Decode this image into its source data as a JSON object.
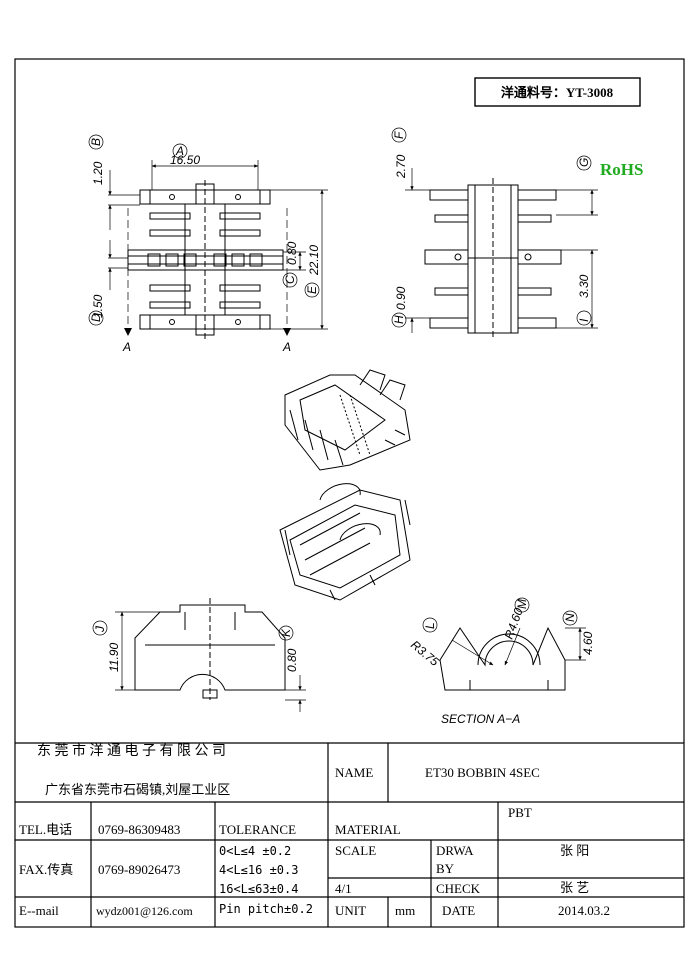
{
  "part_number_label": "洋通料号：YT-3008",
  "rohs": "RoHS",
  "rohs_color": "#1faa1f",
  "dims": {
    "A": "A",
    "B": "B",
    "C": "C",
    "D": "D",
    "E": "E",
    "F": "F",
    "G": "G",
    "H": "H",
    "I": "I",
    "J": "J",
    "K": "K",
    "L": "L",
    "M": "M",
    "N": "N",
    "d16_50": "16.50",
    "d1_20": "1.20",
    "d0_80": "0.80",
    "d22_10": "22.10",
    "d1_50": "1.50",
    "d2_70": "2.70",
    "d0_90": "0.90",
    "d3_30": "3.30",
    "d11_90": "11.90",
    "d0_80b": "0.80",
    "dR3_75": "R3.75",
    "dR4_60": "R4.60",
    "d4_60": "4.60",
    "arrowA": "A",
    "section": "SECTION A−A"
  },
  "title_block": {
    "company": "东 莞 市 洋 通 电 子 有 限 公 司",
    "address": "广东省东莞市石碣镇,刘屋工业区",
    "name_label": "NAME",
    "name_value": "ET30 BOBBIN 4SEC",
    "tel_label": "TEL.电话",
    "tel_value": "0769-86309483",
    "tolerance_label": "TOLERANCE",
    "material_label": "MATERIAL",
    "material_value": "PBT",
    "fax_label": "FAX.传真",
    "fax_value": "0769-89026473",
    "tol_1": "0<L≤4  ±0.2",
    "tol_2": "4<L≤16 ±0.3",
    "tol_3": "16<L≤63±0.4",
    "tol_4": "Pin pitch±0.2",
    "scale_label": "SCALE",
    "scale_value": "4/1",
    "drawn_label_1": "DRWA",
    "drawn_label_2": "BY",
    "drawn_value": "张 阳",
    "check_label": "CHECK",
    "check_value": "张 艺",
    "email_label": "E--mail",
    "email_value": "wydz001@126.com",
    "unit_label": "UNIT",
    "unit_value": "mm",
    "date_label": "DATE",
    "date_value": "2014.03.2"
  }
}
